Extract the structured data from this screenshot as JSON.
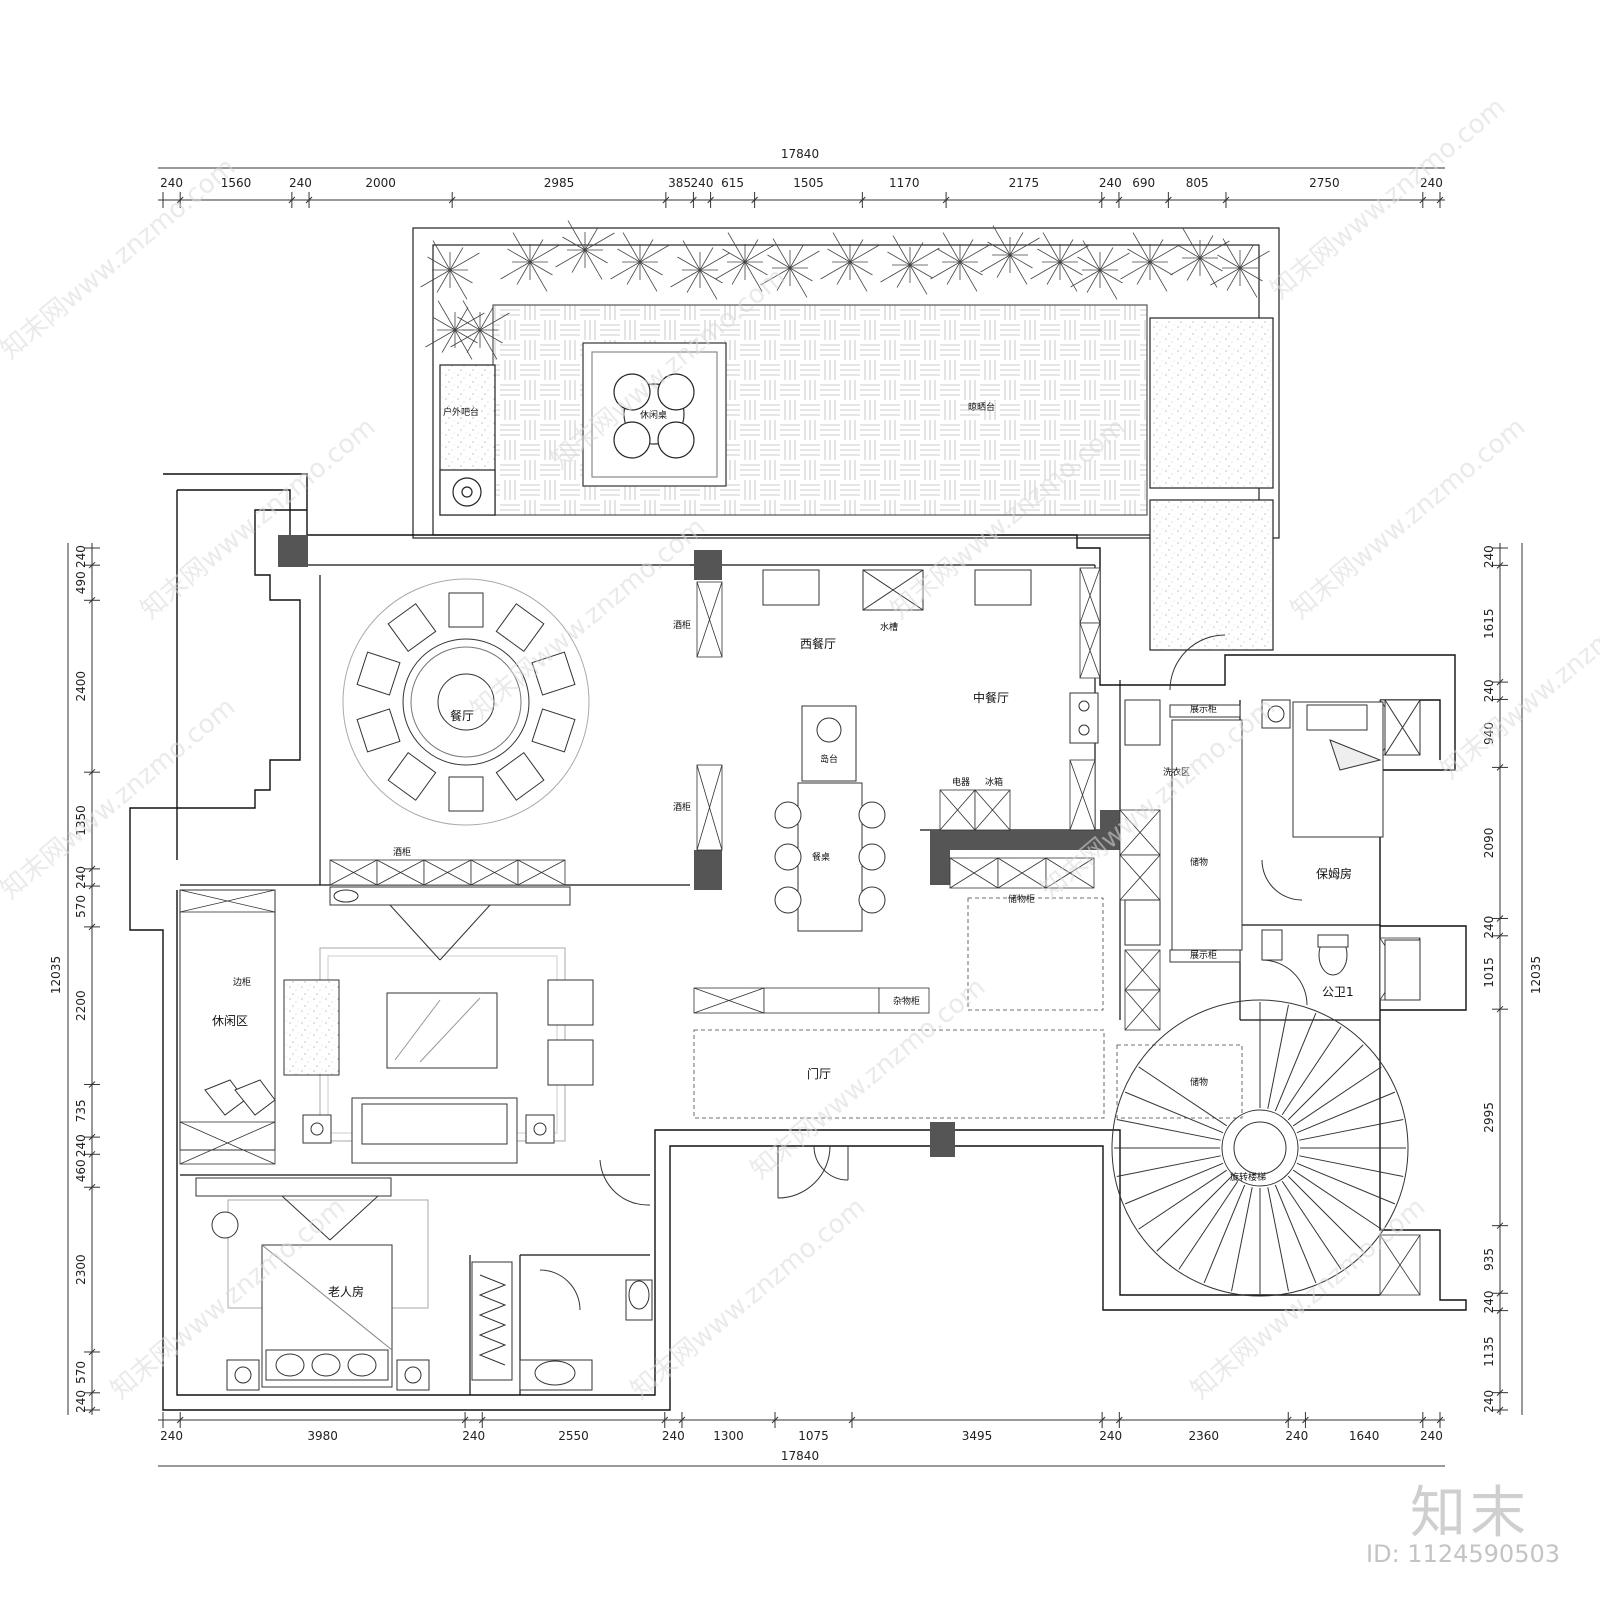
{
  "dimensions": {
    "overall_width": "17840",
    "overall_height": "12035",
    "top": [
      "240",
      "1560",
      "240",
      "2000",
      "2985",
      "385",
      "240",
      "615",
      "1505",
      "1170",
      "2175",
      "240",
      "690",
      "805",
      "2750",
      "240"
    ],
    "bottom": [
      "240",
      "3980",
      "240",
      "2550",
      "240",
      "1300",
      "1075",
      "3495",
      "240",
      "2360",
      "240",
      "1640",
      "240"
    ],
    "left": [
      "240",
      "490",
      "2400",
      "1350",
      "240",
      "570",
      "2200",
      "735",
      "240",
      "460",
      "2300",
      "570",
      "240"
    ],
    "right": [
      "240",
      "1615",
      "240",
      "940",
      "2090",
      "240",
      "1015",
      "2995",
      "935",
      "240",
      "1135",
      "240"
    ]
  },
  "rooms": {
    "outdoor_counter": "户外吧台",
    "leisure_table": "休闲桌",
    "drying_terrace": "晾晒台",
    "dining_hall": "餐厅",
    "western_dining": "西餐厅",
    "chinese_dining": "中餐厅",
    "island": "岛台",
    "dining_table": "餐桌",
    "leisure_area": "休闲区",
    "entrance": "门厅",
    "elder_room": "老人房",
    "nanny_room": "保姆房",
    "bath": "公卫1",
    "spiral_stair": "旋转楼梯",
    "laundry": "洗衣区"
  },
  "labels": {
    "wine_cabinet": "酒柜",
    "sink": "水槽",
    "appliance": "电器",
    "cabinet": "储物柜",
    "storage": "储物",
    "fridge": "冰箱",
    "display": "展示柜",
    "side_cabinet": "边柜",
    "shelf": "杂物柜"
  },
  "watermark": {
    "text": "知末网www.znzmo.com",
    "brand": "知末",
    "id": "ID: 1124590503"
  }
}
